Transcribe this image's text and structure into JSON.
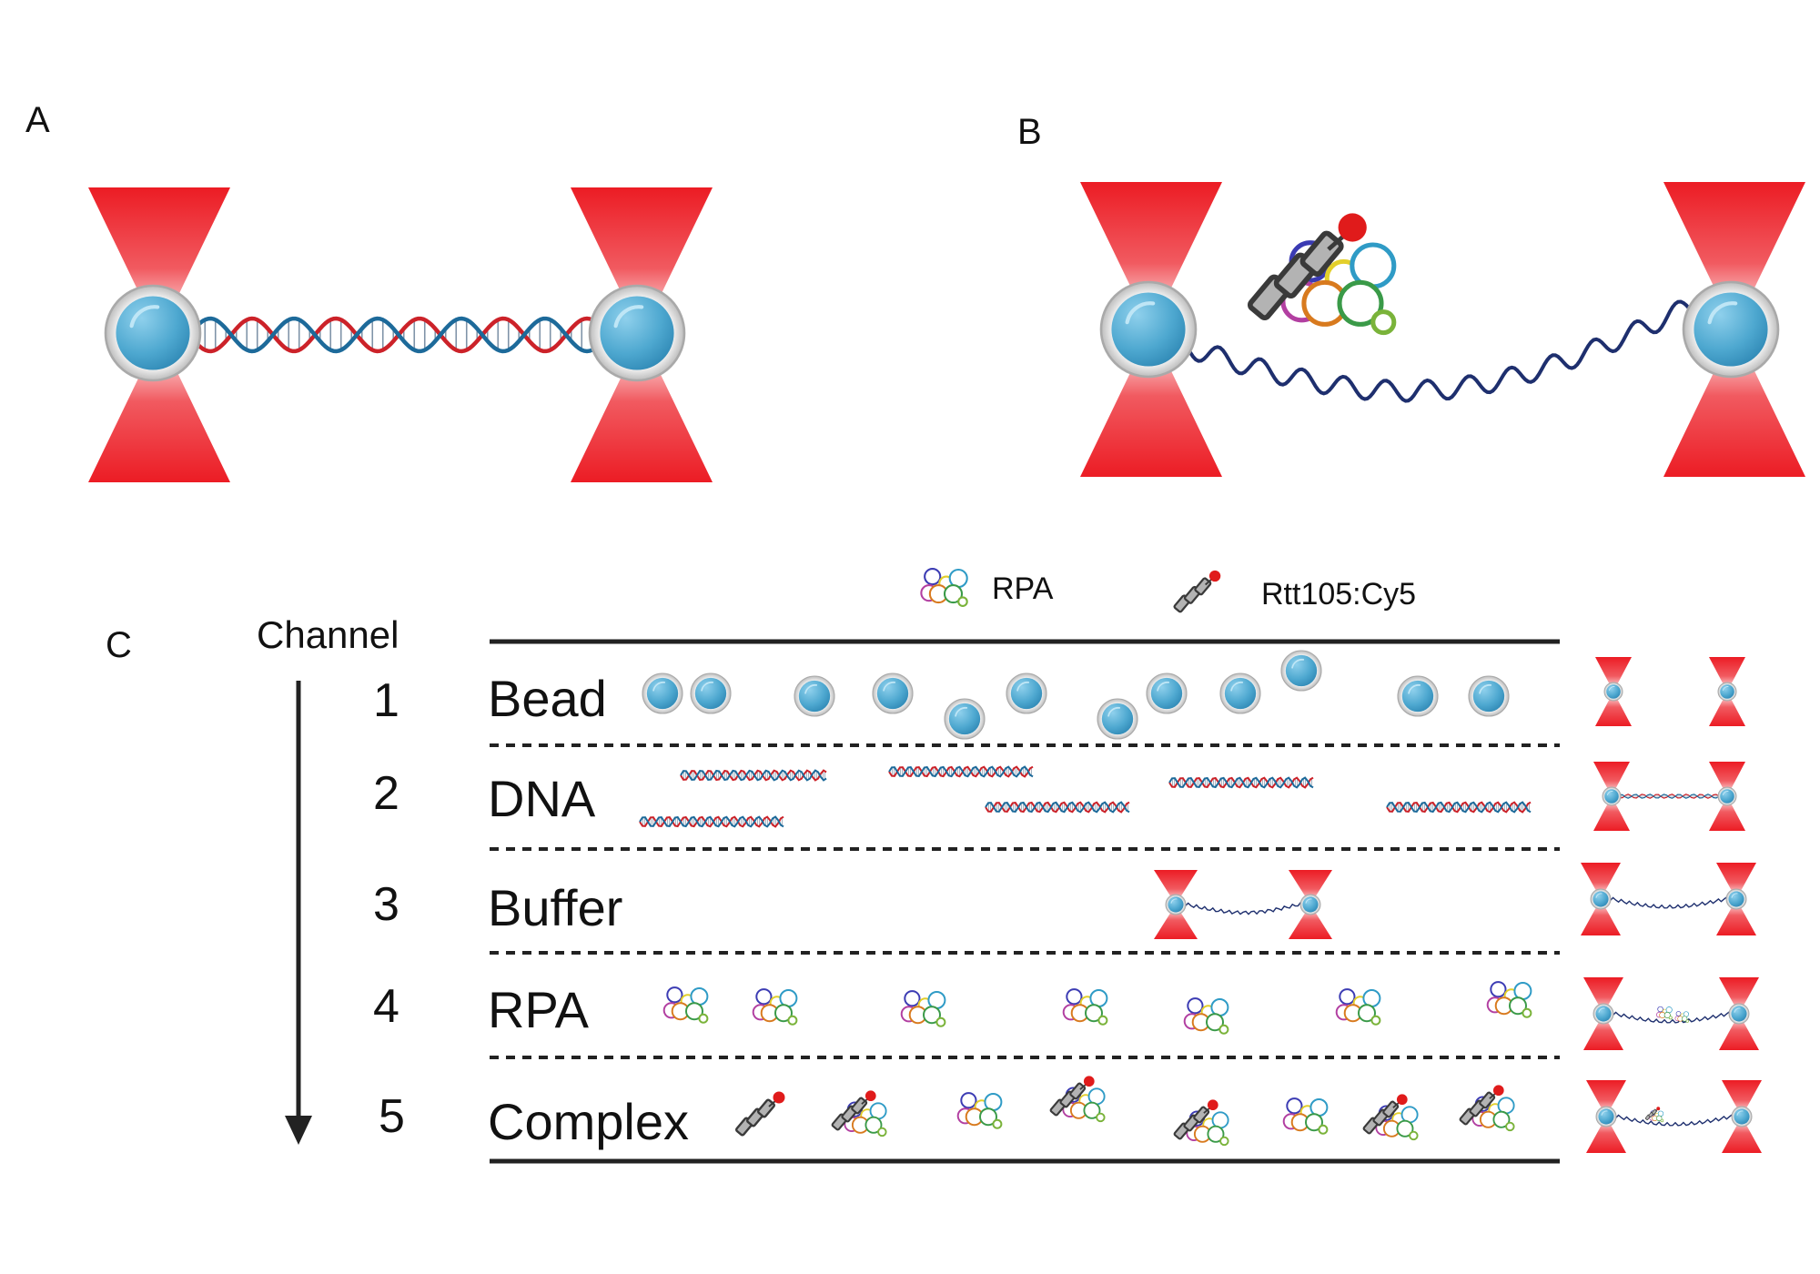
{
  "panels": {
    "a_label": "A",
    "b_label": "B",
    "c_label": "C"
  },
  "legend": {
    "rpa": "RPA",
    "rtt": "Rtt105:Cy5"
  },
  "channel_header": "Channel",
  "rows": [
    {
      "num": "1",
      "name": "Bead"
    },
    {
      "num": "2",
      "name": "DNA"
    },
    {
      "num": "3",
      "name": "Buffer"
    },
    {
      "num": "4",
      "name": "RPA"
    },
    {
      "num": "5",
      "name": "Complex"
    }
  ],
  "colors": {
    "laser": "#ec1c24",
    "bead": "#5aaed3",
    "dna_red": "#cc2229",
    "dna_blue": "#1d6a9a",
    "ssdna": "#1e2f6e"
  },
  "icons": {
    "bead": "optical-trap-bead-icon",
    "laser": "laser-cone-icon",
    "dna": "dsdna-helix-icon",
    "rpa": "rpa-protein-icon",
    "rtt": "rtt105-cy5-icon"
  }
}
